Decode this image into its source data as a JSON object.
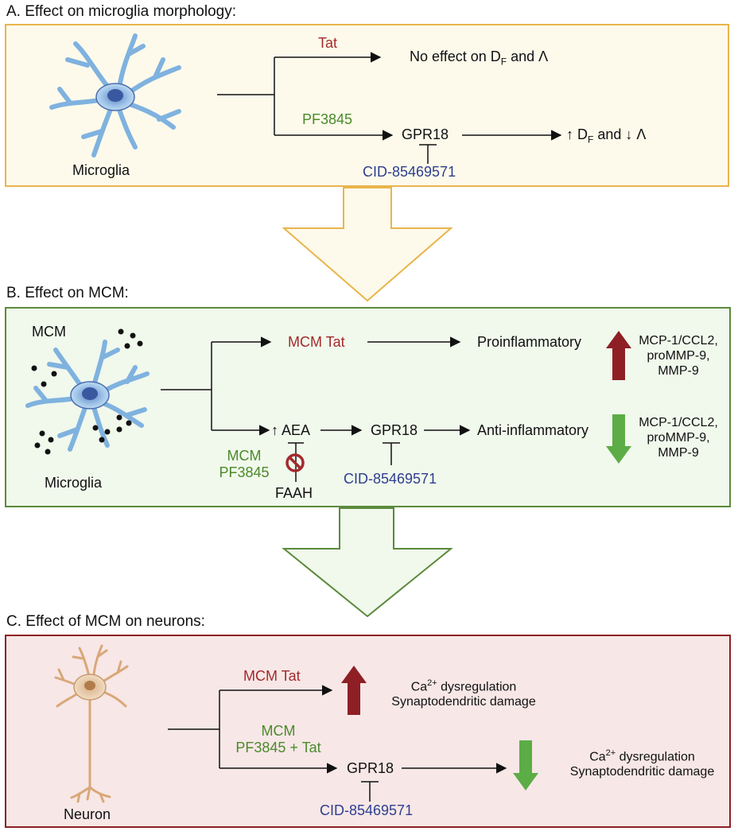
{
  "panel_a": {
    "title": "A. Effect on microglia morphology:",
    "cell_label": "Microglia",
    "tat_label": "Tat",
    "no_effect_text": "No effect on D",
    "no_effect_sub": "F",
    "no_effect_tail": " and Λ",
    "pf_label": "PF3845",
    "gpr18_label": "GPR18",
    "inhibitor_label": "CID-85469571",
    "result_text": "↑ D",
    "result_sub": "F",
    "result_tail": " and ↓ Λ"
  },
  "panel_b": {
    "title": "B. Effect on MCM:",
    "mcm_label": "MCM",
    "cell_label": "Microglia",
    "mcm_tat_label": "MCM Tat",
    "proinflammatory_label": "Proinflammatory",
    "up_markers": [
      "MCP-1/CCL2,",
      "proMMP-9,",
      "MMP-9"
    ],
    "aea_label": "↑ AEA",
    "gpr18_label": "GPR18",
    "anti_inflammatory_label": "Anti-inflammatory",
    "down_markers": [
      "MCP-1/CCL2,",
      "proMMP-9,",
      "MMP-9"
    ],
    "mcm_pf_label": [
      "MCM",
      "PF3845"
    ],
    "faah_label": "FAAH",
    "inhibitor_label": "CID-85469571"
  },
  "panel_c": {
    "title": "C. Effect of MCM on neurons:",
    "cell_label": "Neuron",
    "mcm_tat_label": "MCM Tat",
    "up_effects": [
      "Ca",
      "2+",
      " dysregulation",
      "Synaptodendritic damage"
    ],
    "mcm_pf_tat_label": [
      "MCM",
      "PF3845 + Tat"
    ],
    "gpr18_label": "GPR18",
    "inhibitor_label": "CID-85469571",
    "down_effects": [
      "Ca",
      "2+",
      " dysregulation",
      "Synaptodendritic damage"
    ]
  },
  "colors": {
    "panel_a_bg": "#fdfaeb",
    "panel_a_border": "#e9b54b",
    "panel_b_bg": "#f1f8ec",
    "panel_b_border": "#5a8a3b",
    "panel_c_bg": "#f7e7e7",
    "panel_c_border": "#8e1f24",
    "up_arrow": "#8e1f24",
    "down_arrow": "#5cad45",
    "drug_red": "#a32a2c",
    "drug_green": "#4b8a2a",
    "inhibitor_blue": "#2e3f8f"
  },
  "icons": [
    "microglia-icon",
    "neuron-icon",
    "prohibition-icon",
    "up-arrow-icon",
    "down-arrow-icon"
  ]
}
